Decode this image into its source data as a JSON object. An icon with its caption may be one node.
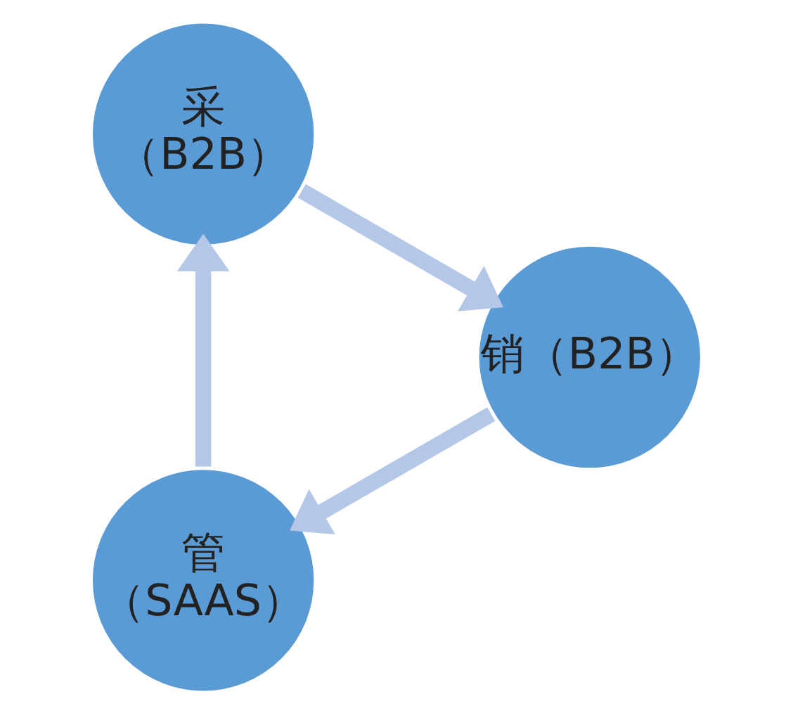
{
  "diagram": {
    "nodes": [
      {
        "text": [
          "管",
          "（SAAS）"
        ]
      },
      {
        "text": [
          "采",
          "（B2B）"
        ]
      },
      {
        "text": [
          "销（B2B）"
        ]
      }
    ],
    "edges": [
      {
        "from": 0,
        "to": 1,
        "arrow": "to"
      },
      {
        "from": 1,
        "to": 2,
        "arrow": "to"
      },
      {
        "from": 2,
        "to": 0,
        "arrow": "to"
      }
    ]
  }
}
